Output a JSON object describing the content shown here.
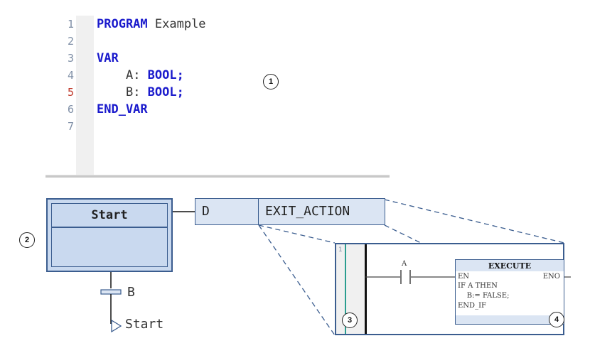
{
  "code_editor": {
    "lines": [
      {
        "no": "1",
        "keyword": "PROGRAM",
        "text": " Example",
        "indent": ""
      },
      {
        "no": "2",
        "keyword": "",
        "text": "",
        "indent": ""
      },
      {
        "no": "3",
        "keyword": "VAR",
        "text": "",
        "indent": ""
      },
      {
        "no": "4",
        "keyword": "BOOL;",
        "text": "A: ",
        "indent": "    "
      },
      {
        "no": "5",
        "keyword": "BOOL;",
        "text": "B: ",
        "indent": "    "
      },
      {
        "no": "6",
        "keyword": "END_VAR",
        "text": "",
        "indent": ""
      },
      {
        "no": "7",
        "keyword": "",
        "text": "",
        "indent": ""
      }
    ]
  },
  "callouts": {
    "c1": "1",
    "c2": "2",
    "c3": "3",
    "c4": "4"
  },
  "sfc": {
    "step_name": "Start",
    "action_qualifier": "D",
    "action_name": "EXIT_ACTION",
    "transition_label": "B",
    "jump_target": "Start"
  },
  "ld": {
    "line_no": "1",
    "contact_label": "A",
    "fb_name": "EXECUTE",
    "fb_in": "EN",
    "fb_out": "ENO",
    "fb_lines": [
      "IF A THEN",
      "    B:= FALSE;",
      "END_IF"
    ]
  },
  "colors": {
    "keyword": "#1a1acc",
    "block_fill": "#c9d9ef",
    "block_border": "#3b5d8f",
    "rung_teal": "#2a9d8f"
  }
}
